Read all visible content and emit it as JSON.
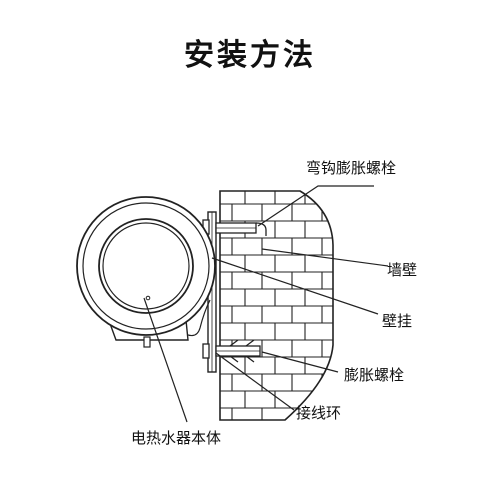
{
  "title": "安装方法",
  "labels": {
    "hook_bolt": "弯钩膨胀螺栓",
    "wall": "墙壁",
    "bracket": "壁挂",
    "expansion_bolt": "膨胀螺栓",
    "ground_ring": "接线环",
    "heater_body": "电热水器本体"
  }
}
